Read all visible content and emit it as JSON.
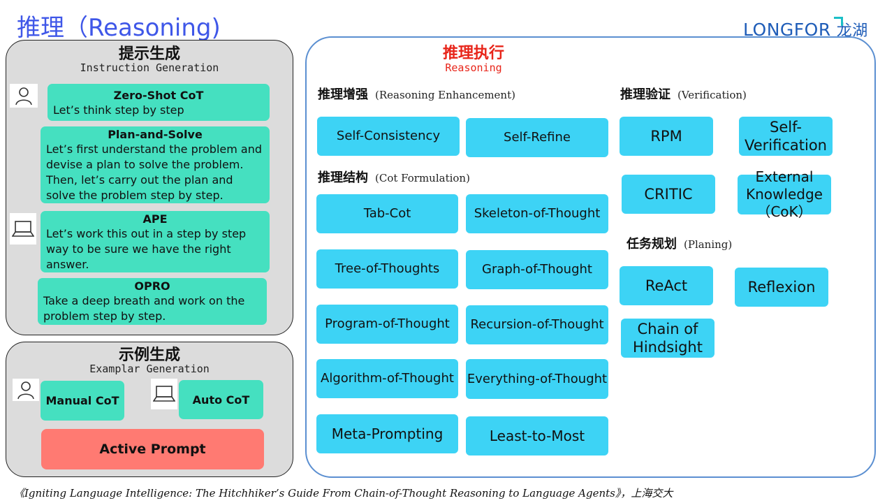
{
  "title": "推理（Reasoning)",
  "logo": {
    "text": "LONGFOR",
    "cn": "龙湖"
  },
  "instruction": {
    "title_cn": "提示生成",
    "title_en": "Instruction Generation",
    "cards": [
      {
        "title": "Zero-Shot CoT",
        "text": "Let’s think step by step"
      },
      {
        "title": "Plan-and-Solve",
        "text": "Let’s first understand the problem and devise a plan to solve the problem. Then, let’s carry out the plan and solve the problem step by step."
      },
      {
        "title": "APE",
        "text": "Let’s work this out in a step by step way to be sure we have the right answer."
      },
      {
        "title": "OPRO",
        "text": "Take a deep breath and work on the problem step by step."
      }
    ]
  },
  "examplar": {
    "title_cn": "示例生成",
    "title_en": "Examplar Generation",
    "manual": "Manual CoT",
    "auto": "Auto CoT",
    "active": "Active Prompt"
  },
  "reasoning": {
    "title_cn": "推理执行",
    "title_en": "Reasoning",
    "enhancement": {
      "cn": "推理增强",
      "en": "(Reasoning Enhancement)",
      "items": [
        "Self-Consistency",
        "Self-Refine"
      ]
    },
    "formulation": {
      "cn": "推理结构",
      "en": "(Cot Formulation)",
      "items": [
        "Tab-Cot",
        "Skeleton-of-Thought",
        "Tree-of-Thoughts",
        "Graph-of-Thought",
        "Program-of-Thought",
        "Recursion-of-Thought",
        "Algorithm-of-Thought",
        "Everything-of-Thought",
        "Meta-Prompting",
        "Least-to-Most"
      ]
    },
    "verification": {
      "cn": "推理验证",
      "en": "(Verification)",
      "items": [
        "RPM",
        "Self-Verification",
        "CRITIC",
        "External Knowledge （CoK）"
      ]
    },
    "planning": {
      "cn": "任务规划",
      "en": "(Planing)",
      "items": [
        "ReAct",
        "Reflexion",
        "Chain of Hindsight"
      ]
    }
  },
  "footer": "《Igniting Language Intelligence: The Hitchhiker’s Guide From Chain-of-Thought Reasoning to Language Agents》，上海交大",
  "colors": {
    "title": "#3F57E8",
    "green": "#45E0C0",
    "blue": "#3DD3F5",
    "red_box": "#FF7A72",
    "red_text": "#E8251A",
    "border_blue": "#5B8FD1"
  }
}
